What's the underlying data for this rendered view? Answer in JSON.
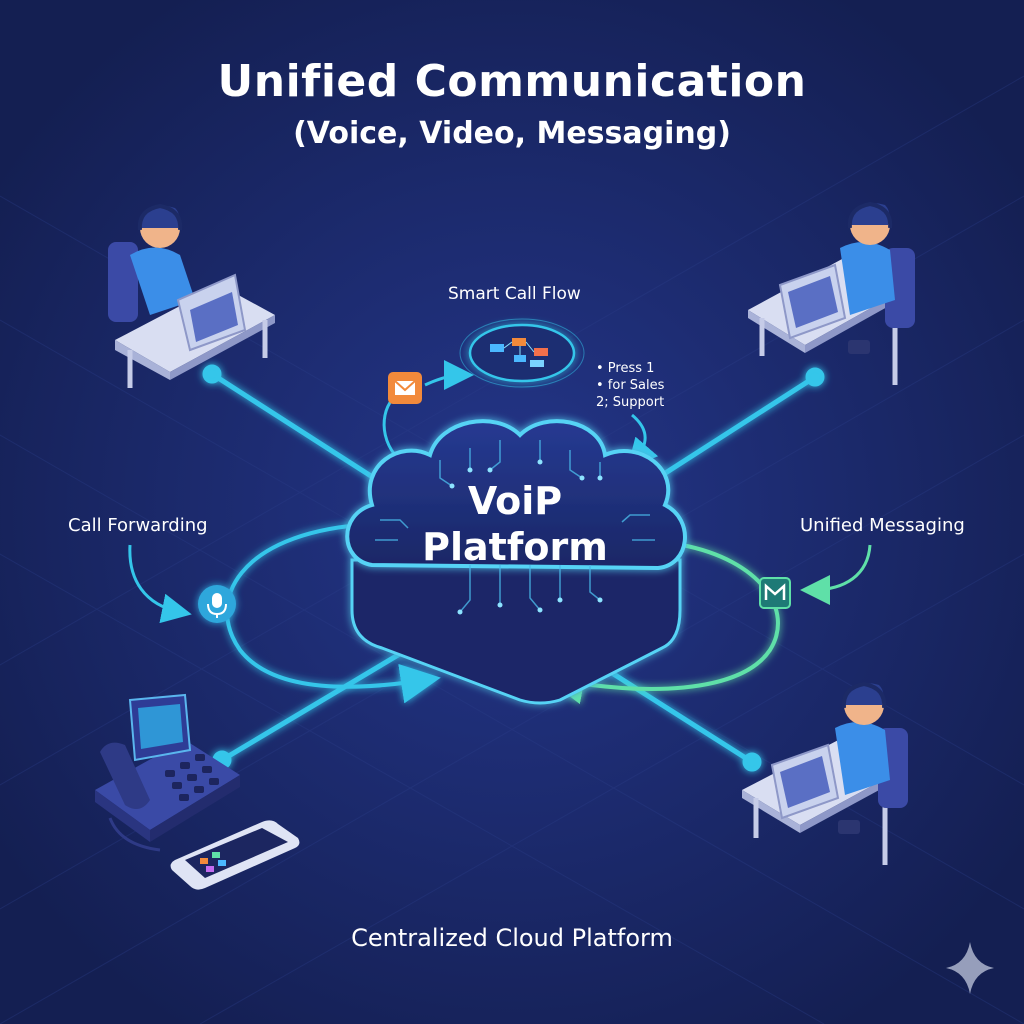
{
  "header": {
    "title": "Unified Communication",
    "subtitle": "(Voice, Video, Messaging)"
  },
  "labels": {
    "smart_call_flow": "Smart Call Flow",
    "call_forwarding": "Call Forwarding",
    "unified_messaging": "Unified Messaging",
    "footer": "Centralized Cloud Platform"
  },
  "cloud": {
    "line1": "VoiP",
    "line2": "Platform"
  },
  "ivr_menu": {
    "line1": "• Press 1",
    "line2": "• for Sales",
    "line3": "2; Support"
  },
  "colors": {
    "background": "#17245a",
    "connector": "#34c6ea",
    "messaging_loop": "#5fe0a8",
    "email_badge": "#f28a3b",
    "cloud_fill": "#1d2c78",
    "cloud_edge": "#57d3f5"
  },
  "icons": {
    "email": "envelope-icon",
    "mic": "microphone-icon",
    "message": "message-icon",
    "sparkle": "sparkle-icon"
  }
}
